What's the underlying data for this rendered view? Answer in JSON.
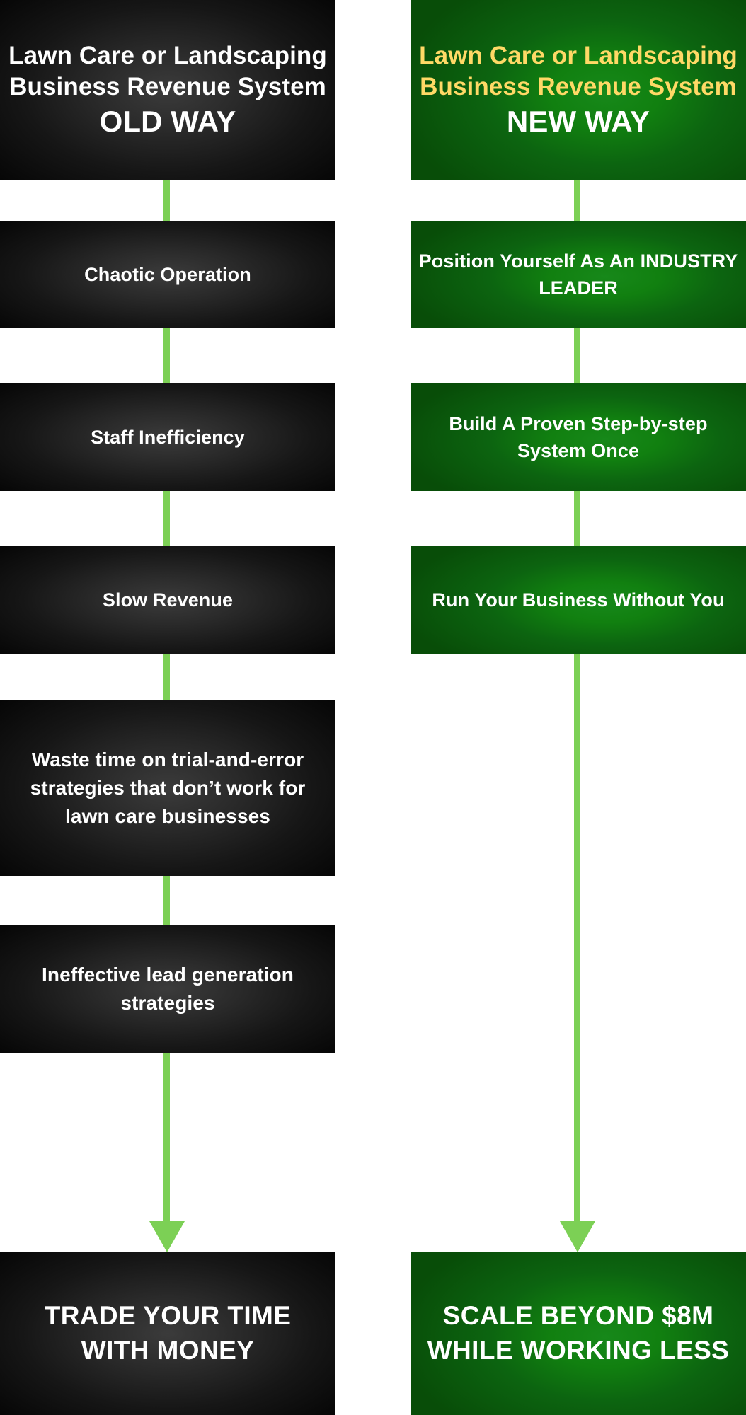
{
  "meta": {
    "accent_green": "#7cd055",
    "header_yellow": "#ffd966",
    "dark_panel": "#161616",
    "green_panel": "#0c6410"
  },
  "columns": {
    "left": {
      "header": {
        "title": "Lawn Care or Landscaping Business Revenue System",
        "subtitle": "OLD WAY"
      },
      "steps": [
        {
          "text": "Chaotic Operation"
        },
        {
          "text": "Staff Inefficiency"
        },
        {
          "text": "Slow Revenue"
        },
        {
          "text": "Waste time on trial-and-error strategies that don’t work for lawn care businesses"
        },
        {
          "text": "Ineffective lead generation strategies"
        }
      ],
      "outcome": "TRADE YOUR TIME WITH MONEY"
    },
    "right": {
      "header": {
        "title": "Lawn Care or Landscaping Business Revenue System",
        "subtitle": "NEW WAY"
      },
      "steps": [
        {
          "text": "Position Yourself As An INDUSTRY LEADER"
        },
        {
          "text": "Build A Proven Step-by-step System Once"
        },
        {
          "text": "Run Your Business Without You"
        }
      ],
      "outcome": "SCALE BEYOND $8M WHILE WORKING LESS"
    }
  }
}
